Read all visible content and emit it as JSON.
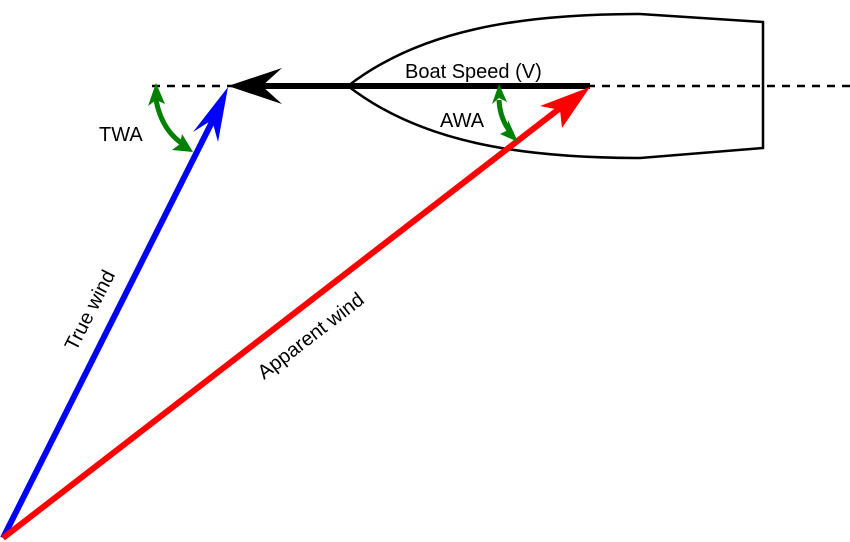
{
  "diagram": {
    "title": "True wind vs apparent wind vector diagram",
    "labels": {
      "boat_speed": "Boat Speed (V)",
      "true_wind": "True wind",
      "apparent_wind": "Apparent wind",
      "twa": "TWA",
      "awa": "AWA"
    },
    "colors": {
      "true_wind": "#0000ff",
      "apparent_wind": "#ff0000",
      "boat_speed": "#000000",
      "angle_arc": "#008000",
      "hull": "#000000",
      "reference_line": "#000000"
    },
    "elements": [
      {
        "id": "boat-hull",
        "kind": "outline",
        "label": "sailboat hull (top view)"
      },
      {
        "id": "heading-line",
        "kind": "dashed-line",
        "label": "boat heading reference"
      },
      {
        "id": "boat-speed-vector",
        "kind": "arrow",
        "label_key": "boat_speed"
      },
      {
        "id": "true-wind-vector",
        "kind": "arrow",
        "label_key": "true_wind"
      },
      {
        "id": "apparent-wind-vector",
        "kind": "arrow",
        "label_key": "apparent_wind"
      },
      {
        "id": "twa-arc",
        "kind": "double-arrow-arc",
        "label_key": "twa"
      },
      {
        "id": "awa-arc",
        "kind": "double-arrow-arc",
        "label_key": "awa"
      }
    ]
  }
}
